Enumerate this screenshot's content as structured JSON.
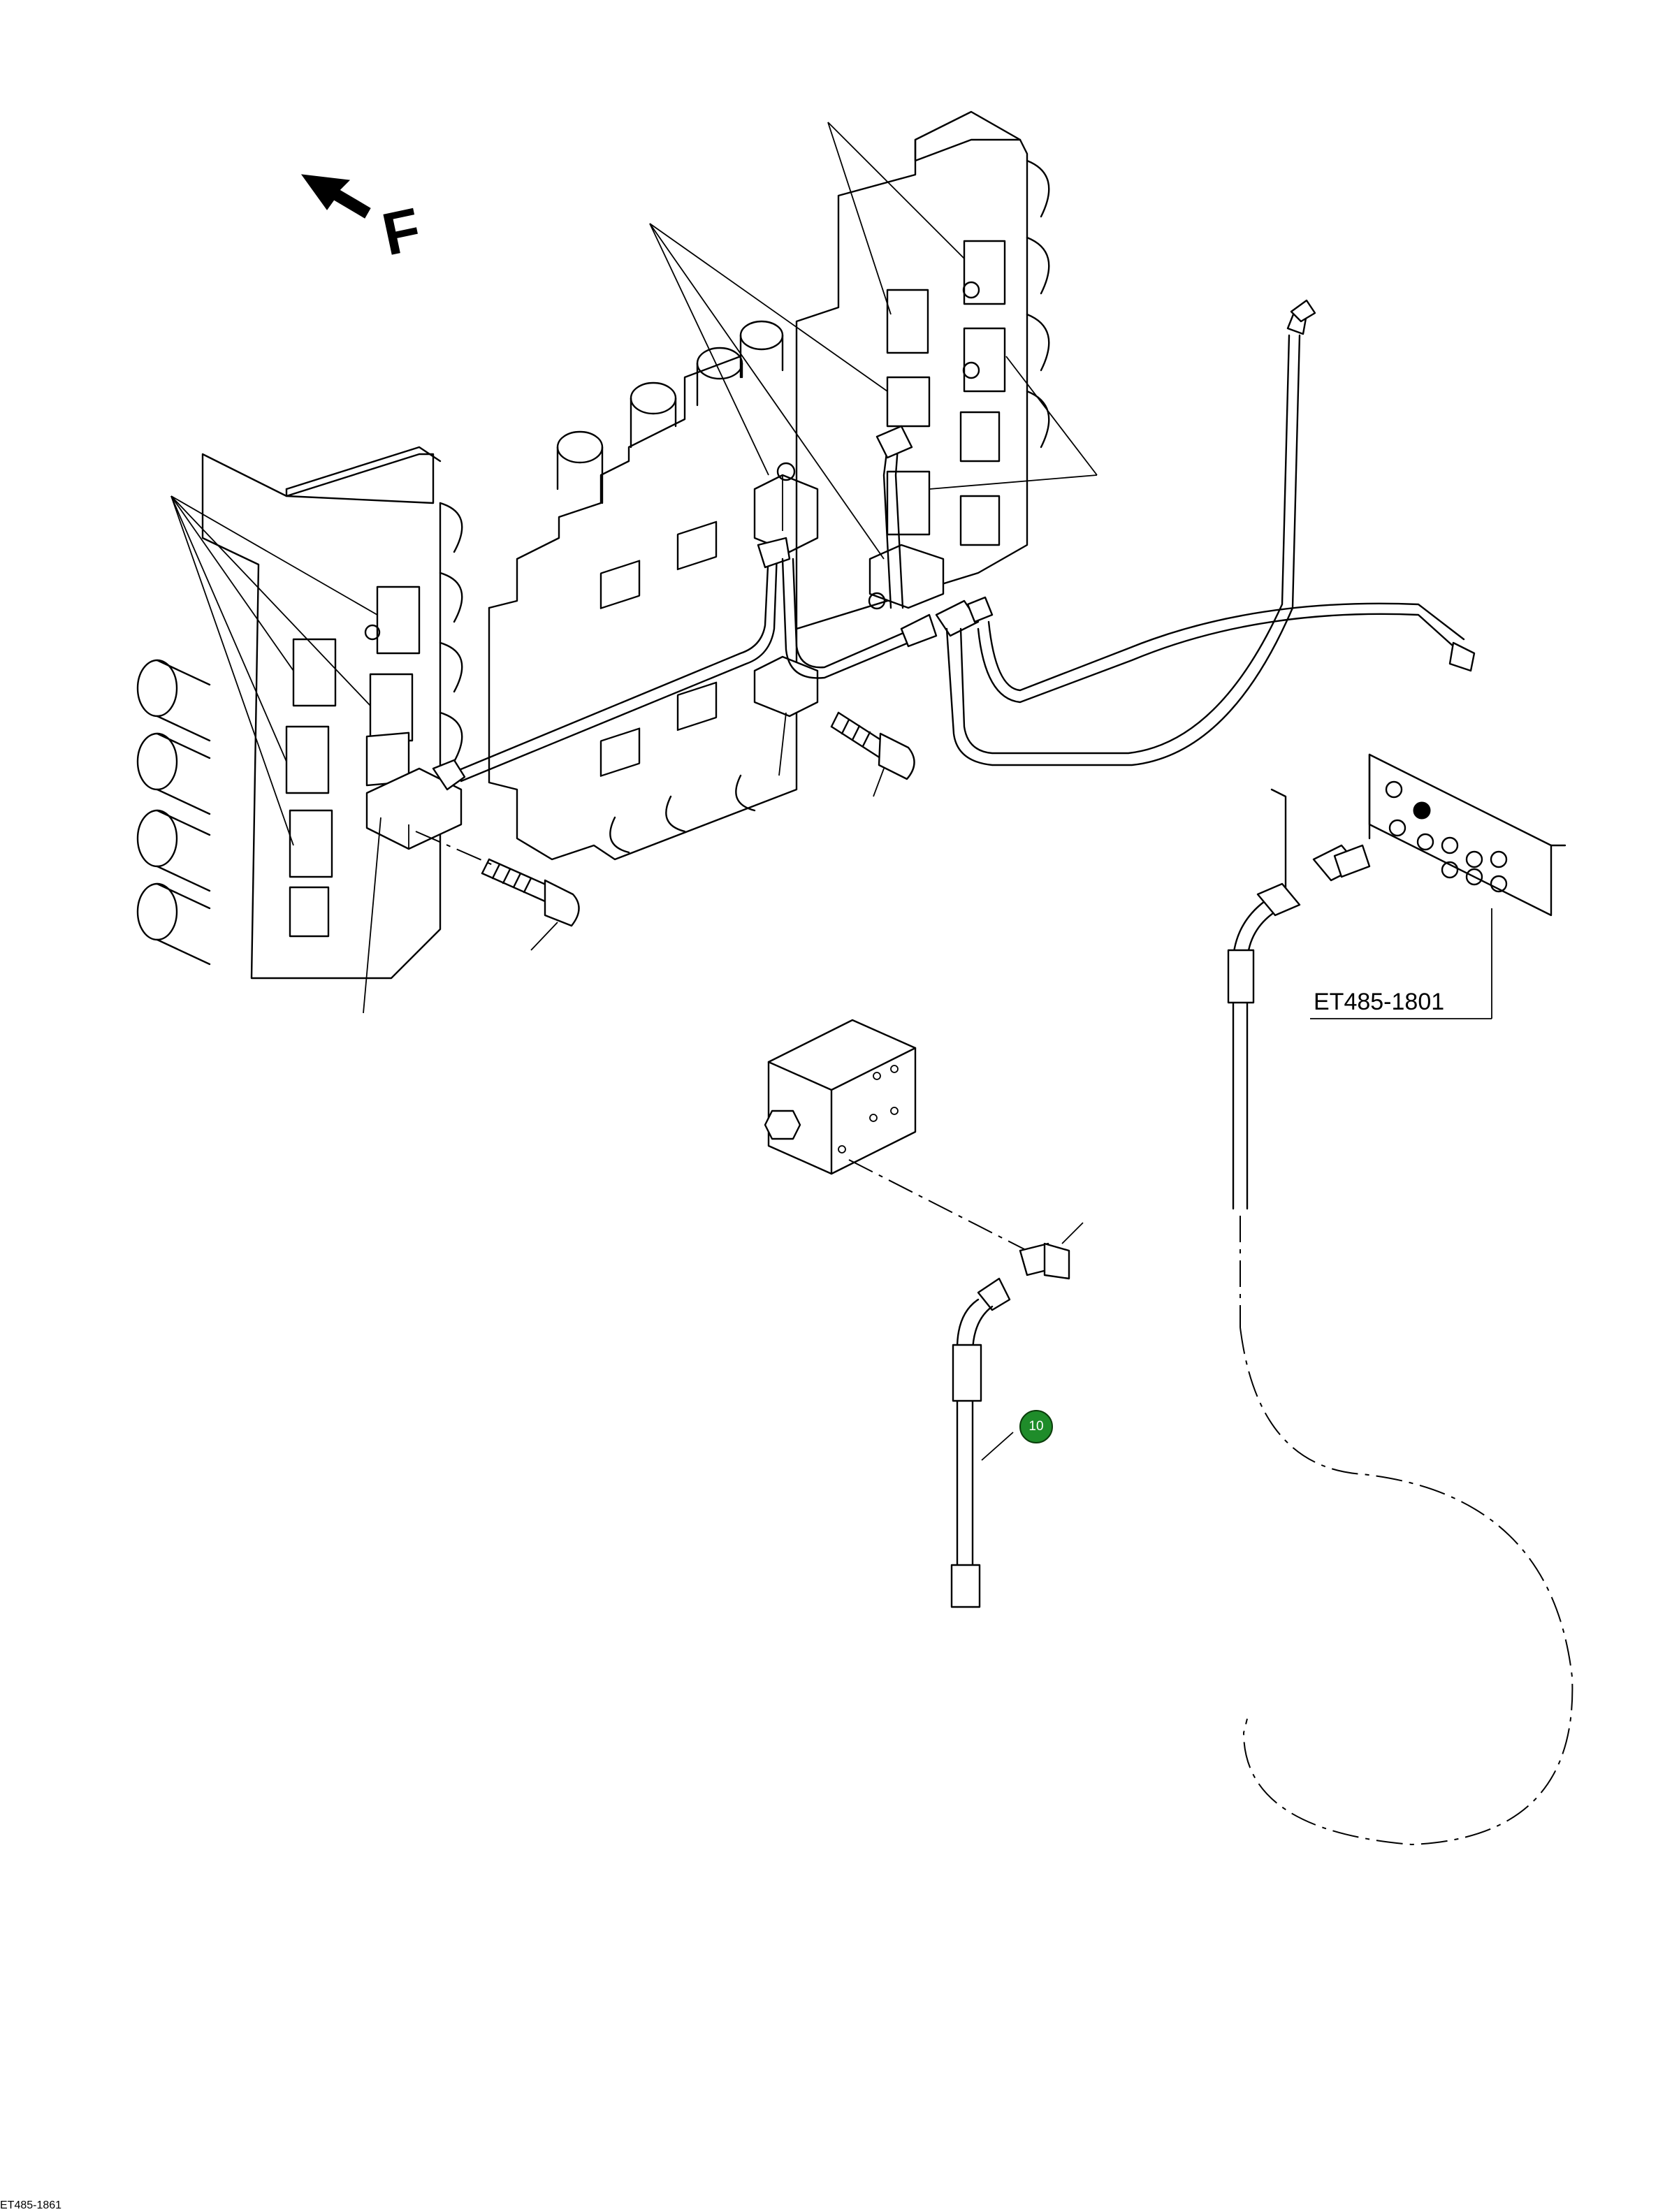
{
  "labels": {
    "direction": "F",
    "ref_top": "ET485-1801",
    "ref_bottom": "ET485-1861"
  },
  "callouts": [
    {
      "id": "10",
      "text": "10",
      "color": "#1f8c2a"
    }
  ],
  "colors": {
    "line": "#000000",
    "background": "#ffffff",
    "callout": "#1f8c2a"
  }
}
